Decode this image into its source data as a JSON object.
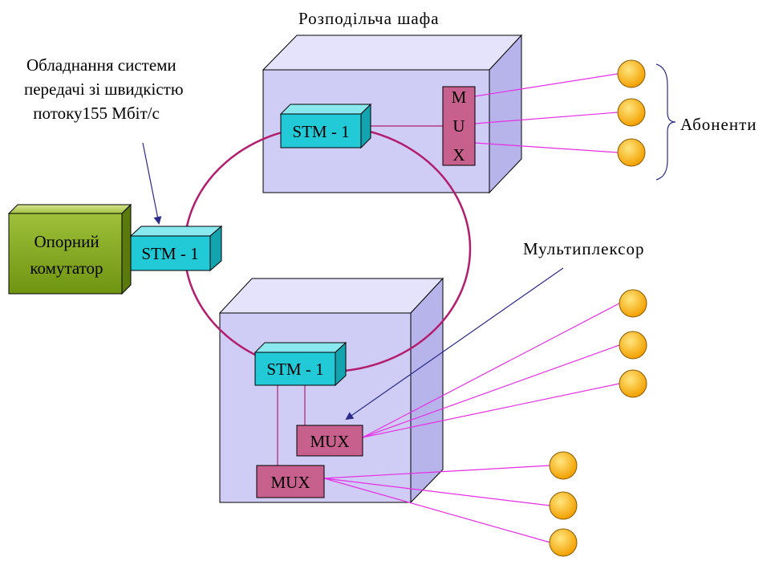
{
  "labels": {
    "cabinet": "Розподільча шафа",
    "equipment_line1": "Обладнання системи",
    "equipment_line2": "передачі зі швидкістю",
    "equipment_line3": " потоку155 Мбіт/с",
    "subscribers": "Абоненти",
    "multiplexer": "Мультиплексор",
    "switch_line1": "Опорний",
    "switch_line2": "комутатор"
  },
  "blocks": {
    "stm_top": "STM - 1",
    "stm_left": "STM - 1",
    "stm_bottom": "STM - 1",
    "mux_vertical": [
      "M",
      "U",
      "X"
    ],
    "mux_upper": "MUX",
    "mux_lower": "MUX"
  },
  "colors": {
    "box_face": "#cfcdf5",
    "stm_face": "#22c9d6",
    "mux_face": "#c8608e",
    "ring": "#b31d6e",
    "wire": "#e62ee6",
    "subscriber": "#f6a800",
    "switch_face": "#8eb11f",
    "arrow": "#2b2b8a"
  }
}
